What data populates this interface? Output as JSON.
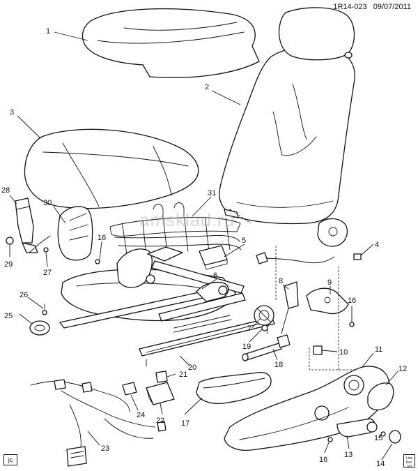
{
  "header": {
    "illustration_id": "1R14-023",
    "date": "09/07/2011"
  },
  "watermark": "amsklad.ru",
  "corner_tag": "jc",
  "checkbox_lines": [
    "Low",
    "Rec",
    "Vol"
  ],
  "callouts": [
    {
      "id": "c1",
      "text": "1"
    },
    {
      "id": "c2",
      "text": "2"
    },
    {
      "id": "c3",
      "text": "3"
    },
    {
      "id": "c4",
      "text": "4"
    },
    {
      "id": "c5",
      "text": "5"
    },
    {
      "id": "c6",
      "text": "6"
    },
    {
      "id": "c7",
      "text": "7"
    },
    {
      "id": "c8",
      "text": "8"
    },
    {
      "id": "c9",
      "text": "9"
    },
    {
      "id": "c10",
      "text": "10"
    },
    {
      "id": "c11",
      "text": "11"
    },
    {
      "id": "c12",
      "text": "12"
    },
    {
      "id": "c13",
      "text": "13"
    },
    {
      "id": "c14",
      "text": "14"
    },
    {
      "id": "c15",
      "text": "15"
    },
    {
      "id": "c16a",
      "text": "16"
    },
    {
      "id": "c16b",
      "text": "16"
    },
    {
      "id": "c16c",
      "text": "16"
    },
    {
      "id": "c17",
      "text": "17"
    },
    {
      "id": "c18",
      "text": "18"
    },
    {
      "id": "c19",
      "text": "19"
    },
    {
      "id": "c20",
      "text": "20"
    },
    {
      "id": "c21",
      "text": "21"
    },
    {
      "id": "c22",
      "text": "22"
    },
    {
      "id": "c23",
      "text": "23"
    },
    {
      "id": "c24",
      "text": "24"
    },
    {
      "id": "c25",
      "text": "25"
    },
    {
      "id": "c26",
      "text": "26"
    },
    {
      "id": "c27",
      "text": "27"
    },
    {
      "id": "c28",
      "text": "28"
    },
    {
      "id": "c29",
      "text": "29"
    },
    {
      "id": "c30",
      "text": "30"
    },
    {
      "id": "c31",
      "text": "31"
    }
  ]
}
